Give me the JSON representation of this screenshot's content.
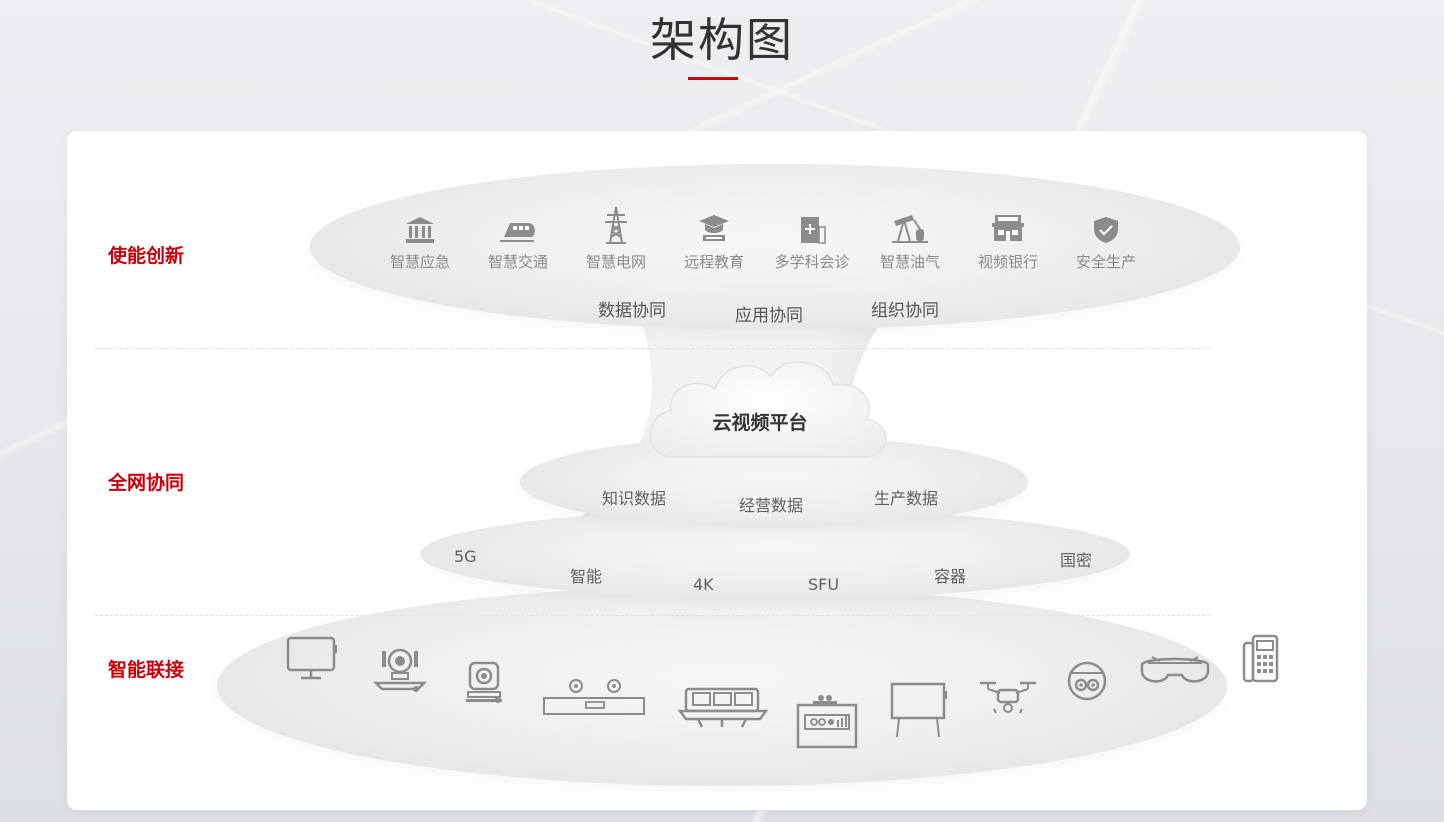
{
  "page": {
    "title": "架构图"
  },
  "layers": {
    "top": "使能创新",
    "middle": "全网协同",
    "bottom": "智能联接"
  },
  "scenarios": [
    {
      "label": "智慧应急",
      "icon": "bank-building-icon"
    },
    {
      "label": "智慧交通",
      "icon": "train-icon"
    },
    {
      "label": "智慧电网",
      "icon": "power-tower-icon"
    },
    {
      "label": "远程教育",
      "icon": "graduation-cap-icon"
    },
    {
      "label": "多学科会诊",
      "icon": "medical-cross-icon"
    },
    {
      "label": "智慧油气",
      "icon": "oil-pump-icon"
    },
    {
      "label": "视频银行",
      "icon": "bank-storefront-icon"
    },
    {
      "label": "安全生产",
      "icon": "shield-check-icon"
    }
  ],
  "collaboration": [
    "数据协同",
    "应用协同",
    "组织协同"
  ],
  "platform": {
    "label": "云视频平台"
  },
  "data_ring": [
    "知识数据",
    "经营数据",
    "生产数据"
  ],
  "tech_ring": [
    "5G",
    "智能",
    "4K",
    "SFU",
    "容器",
    "国密"
  ],
  "devices": [
    "monitor-icon",
    "ptz-camera-icon",
    "webcam-icon",
    "video-bar-icon",
    "conference-terminal-icon",
    "video-kiosk-icon",
    "smart-whiteboard-icon",
    "drone-icon",
    "dome-camera-icon",
    "ar-glasses-icon",
    "desk-phone-icon"
  ],
  "colors": {
    "accent": "#c7000b",
    "icon": "#8c8c8c"
  }
}
